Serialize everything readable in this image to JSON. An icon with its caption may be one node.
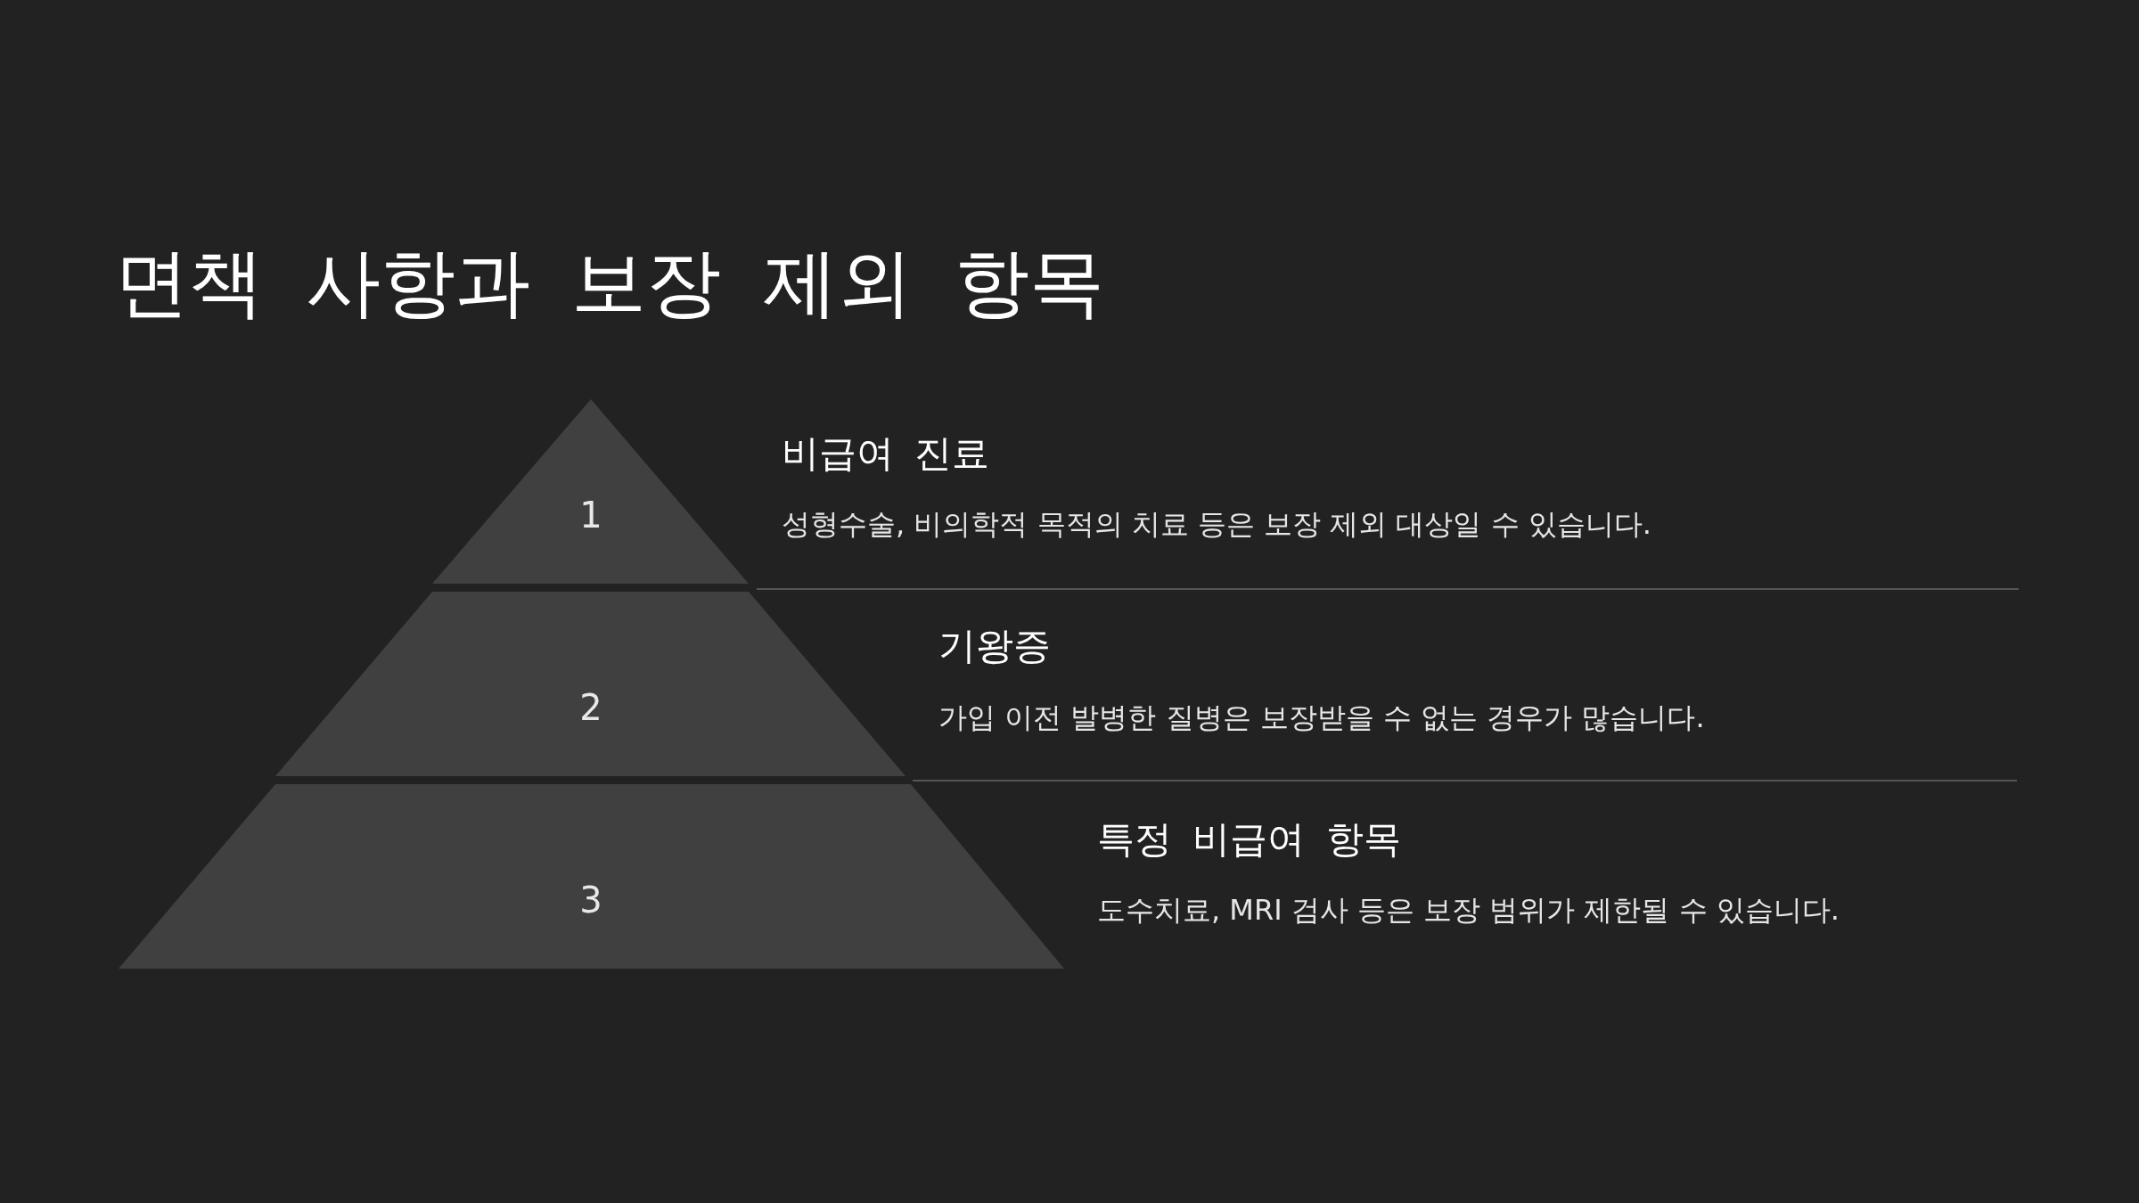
{
  "diagram": {
    "title": "면책 사항과 보장 제외 항목",
    "nodes": [
      {
        "text": [
          "1"
        ],
        "beside": [
          "비급여 진료",
          "성형수술, 비의학적 목적의 치료 등은 보장 제외 대상일 수 있습니다."
        ]
      },
      {
        "text": [
          "2"
        ],
        "beside": [
          "기왕증",
          "가입 이전 발병한 질병은 보장받을 수 없는 경우가 많습니다."
        ]
      },
      {
        "text": [
          "3"
        ],
        "beside": [
          "특정 비급여 항목",
          "도수치료, MRI 검사 등은 보장 범위가 제한될 수 있습니다."
        ]
      }
    ]
  }
}
